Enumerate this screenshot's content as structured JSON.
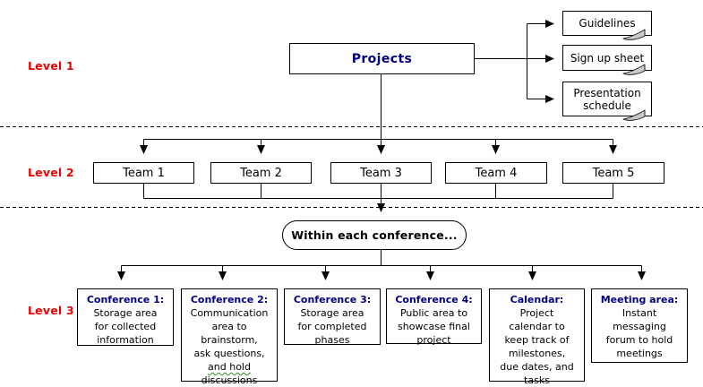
{
  "levels": [
    {
      "label": "Level 1"
    },
    {
      "label": "Level 2"
    },
    {
      "label": "Level 3"
    }
  ],
  "root": {
    "label": "Projects"
  },
  "documents": [
    {
      "label": "Guidelines"
    },
    {
      "label": "Sign up sheet"
    },
    {
      "label": "Presentation schedule"
    }
  ],
  "teams": [
    {
      "label": "Team 1"
    },
    {
      "label": "Team 2"
    },
    {
      "label": "Team 3"
    },
    {
      "label": "Team 4"
    },
    {
      "label": "Team 5"
    }
  ],
  "oval": {
    "label": "Within each conference..."
  },
  "level3_boxes": [
    {
      "title": "Conference 1:",
      "lines": [
        "Storage area",
        "for collected",
        "information"
      ]
    },
    {
      "title": "Conference 2:",
      "lines": [
        "Communication",
        "area to",
        "brainstorm,",
        "ask questions,",
        "and hold",
        "discussions"
      ]
    },
    {
      "title": "Conference 3:",
      "lines": [
        "Storage area",
        "for completed",
        "phases"
      ]
    },
    {
      "title": "Conference 4:",
      "lines": [
        "Public area to",
        "showcase final",
        "project"
      ]
    },
    {
      "title": "Calendar:",
      "lines": [
        "Project",
        "calendar to",
        "keep track of",
        "milestones,",
        "due dates, and",
        "tasks"
      ]
    },
    {
      "title": "Meeting area:",
      "lines": [
        "Instant",
        "messaging",
        "forum to hold",
        "meetings"
      ]
    }
  ],
  "colors": {
    "level_label": "#ee0000",
    "box_title": "#000080",
    "line": "#000000",
    "box_background": "#ffffff",
    "squiggle_underline": "#2e8b2e",
    "document_fold": "#c9c9c9"
  }
}
